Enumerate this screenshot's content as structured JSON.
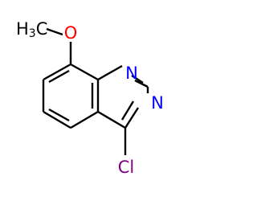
{
  "molecule": {
    "atoms": {
      "methyl": {
        "prefix": "H",
        "subscript": "3",
        "suffix": "C",
        "color": "#000000"
      },
      "oxygen": {
        "label": "O",
        "color": "#ff0000"
      },
      "n1": {
        "label": "N",
        "color": "#0000ff"
      },
      "n3": {
        "label": "N",
        "color": "#0000ff"
      },
      "chlorine": {
        "label": "Cl",
        "color": "#800080"
      }
    }
  }
}
